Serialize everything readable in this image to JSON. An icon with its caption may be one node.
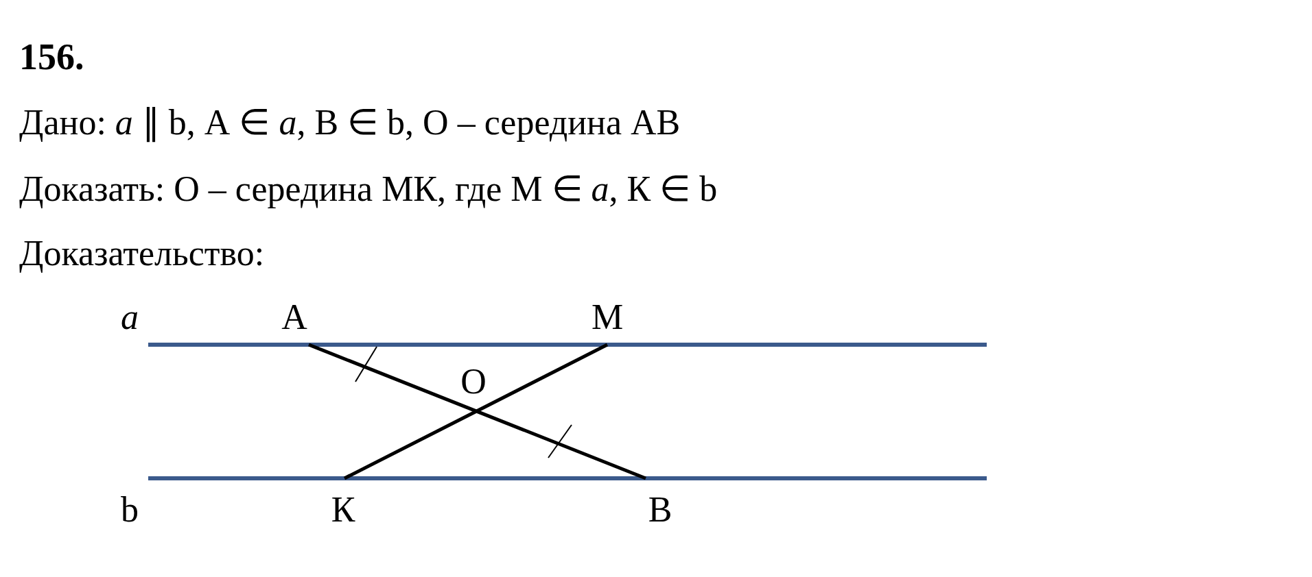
{
  "diagram": {
    "title": "156.",
    "labels": [
      "Дано: *a* ∥ b, А ∈ *a*, В ∈ b, О – середина АВ",
      "Доказать: О – середина МК, где М ∈ *a*, К ∈ b",
      "Доказательство:",
      "*a*",
      "А",
      "М",
      "О",
      "b",
      "К",
      "В"
    ]
  }
}
